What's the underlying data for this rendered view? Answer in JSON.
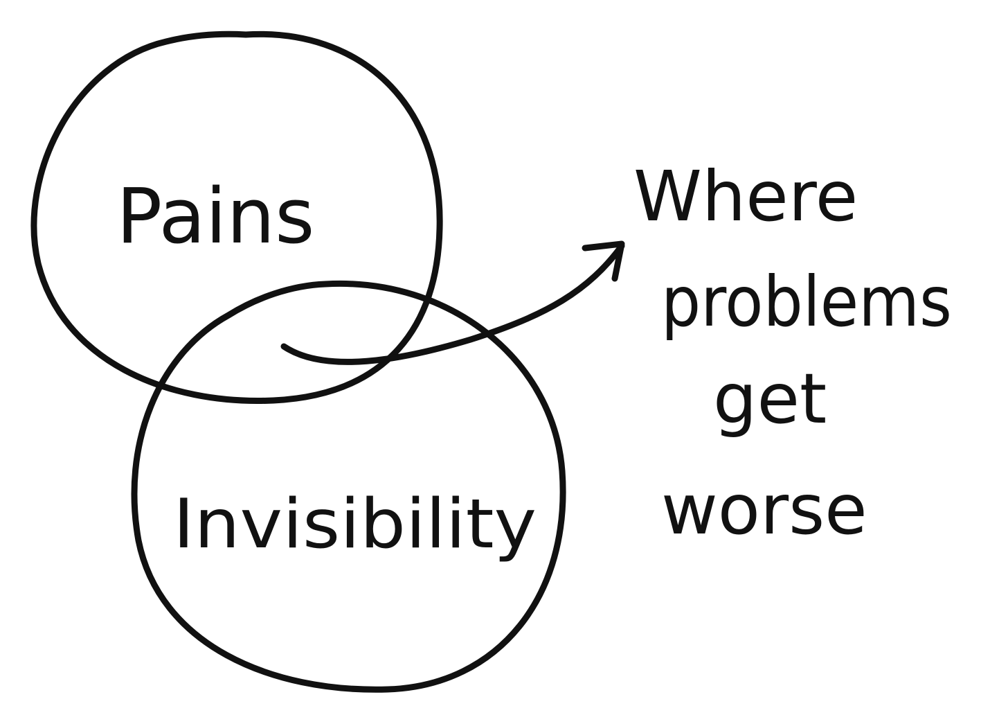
{
  "diagram": {
    "circles": [
      {
        "label": "Pains"
      },
      {
        "label": "Invisibility"
      }
    ],
    "overlap_label_lines": [
      "Where",
      "problems",
      "get",
      "worse"
    ],
    "ink_color": "#111111",
    "background_color": "#ffffff"
  }
}
